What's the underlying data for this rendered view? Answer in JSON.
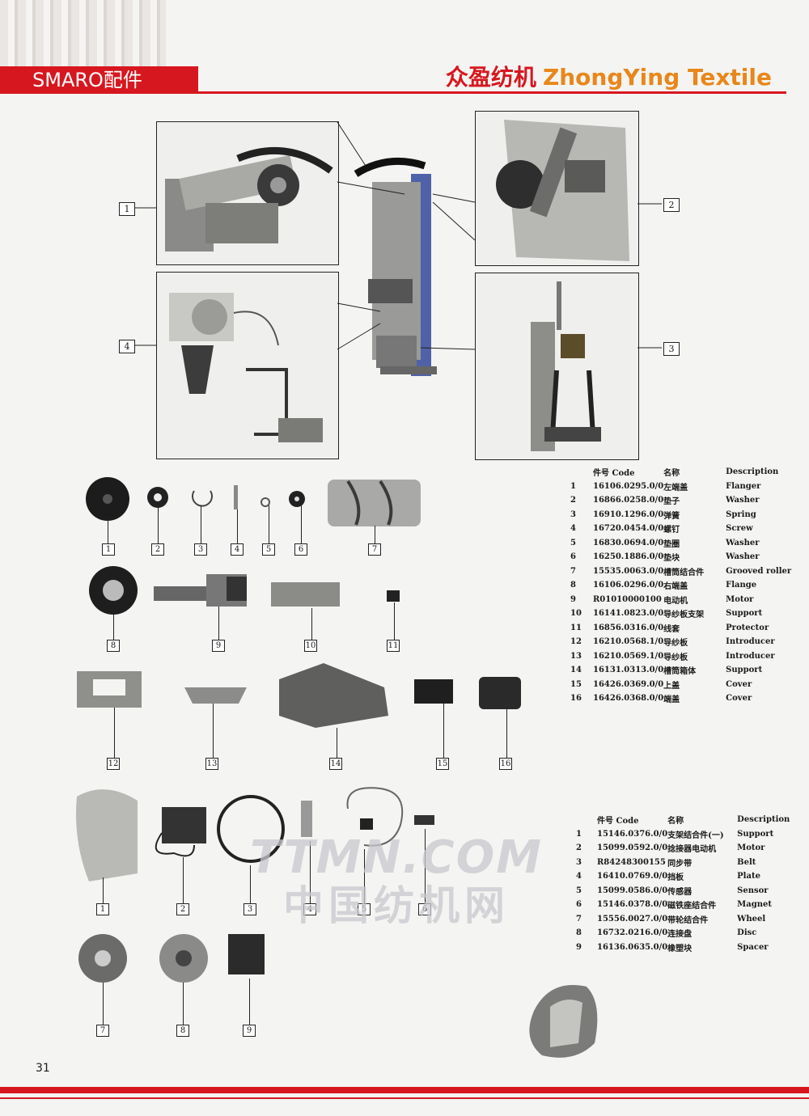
{
  "header": {
    "brand": "SMARO配件",
    "company_cn": "众盈纺机",
    "company_en": "ZhongYing Textile"
  },
  "assembly_callouts": [
    "1",
    "2",
    "3",
    "4"
  ],
  "table1": {
    "headers": {
      "code": "件号 Code",
      "name": "名称",
      "description": "Description"
    },
    "rows": [
      {
        "no": "1",
        "code": "16106.0295.0/0",
        "name": "左端盖",
        "desc": "Flanger"
      },
      {
        "no": "2",
        "code": "16866.0258.0/0",
        "name": "垫子",
        "desc": "Washer"
      },
      {
        "no": "3",
        "code": "16910.1296.0/0",
        "name": "弹簧",
        "desc": "Spring"
      },
      {
        "no": "4",
        "code": "16720.0454.0/0",
        "name": "螺钉",
        "desc": "Screw"
      },
      {
        "no": "5",
        "code": "16830.0694.0/0",
        "name": "垫圈",
        "desc": "Washer"
      },
      {
        "no": "6",
        "code": "16250.1886.0/0",
        "name": "垫块",
        "desc": "Washer"
      },
      {
        "no": "7",
        "code": "15535.0063.0/0",
        "name": "槽筒结合件",
        "desc": "Grooved roller"
      },
      {
        "no": "8",
        "code": "16106.0296.0/0",
        "name": "右端盖",
        "desc": "Flange"
      },
      {
        "no": "9",
        "code": "R01010000100",
        "name": "电动机",
        "desc": "Motor"
      },
      {
        "no": "10",
        "code": "16141.0823.0/0",
        "name": "导纱板支架",
        "desc": "Support"
      },
      {
        "no": "11",
        "code": "16856.0316.0/0",
        "name": "线套",
        "desc": "Protector"
      },
      {
        "no": "12",
        "code": "16210.0568.1/0",
        "name": "导纱板",
        "desc": "Introducer"
      },
      {
        "no": "13",
        "code": "16210.0569.1/0",
        "name": "导纱板",
        "desc": "Introducer"
      },
      {
        "no": "14",
        "code": "16131.0313.0/0",
        "name": "槽筒箱体",
        "desc": "Support"
      },
      {
        "no": "15",
        "code": "16426.0369.0/0",
        "name": "上盖",
        "desc": "Cover"
      },
      {
        "no": "16",
        "code": "16426.0368.0/0",
        "name": "端盖",
        "desc": "Cover"
      }
    ]
  },
  "table2": {
    "headers": {
      "code": "件号 Code",
      "name": "名称",
      "description": "Description"
    },
    "rows": [
      {
        "no": "1",
        "code": "15146.0376.0/0",
        "name": "支架结合件(一)",
        "desc": "Support"
      },
      {
        "no": "2",
        "code": "15099.0592.0/0",
        "name": "捻接器电动机",
        "desc": "Motor"
      },
      {
        "no": "3",
        "code": "R84248300155",
        "name": "同步带",
        "desc": "Belt"
      },
      {
        "no": "4",
        "code": "16410.0769.0/0",
        "name": "挡板",
        "desc": "Plate"
      },
      {
        "no": "5",
        "code": "15099.0586.0/0",
        "name": "传感器",
        "desc": "Sensor"
      },
      {
        "no": "6",
        "code": "15146.0378.0/0",
        "name": "磁铁座结合件",
        "desc": "Magnet"
      },
      {
        "no": "7",
        "code": "15556.0027.0/0",
        "name": "带轮结合件",
        "desc": "Wheel"
      },
      {
        "no": "8",
        "code": "16732.0216.0/0",
        "name": "连接盘",
        "desc": "Disc"
      },
      {
        "no": "9",
        "code": "16136.0635.0/0",
        "name": "橡塑块",
        "desc": "Spacer"
      }
    ]
  },
  "parts_group1_labels": [
    "1",
    "2",
    "3",
    "4",
    "5",
    "6",
    "7",
    "8",
    "9",
    "10",
    "11",
    "12",
    "13",
    "14",
    "15",
    "16"
  ],
  "parts_group2_labels": [
    "1",
    "2",
    "3",
    "4",
    "5",
    "6",
    "7",
    "8",
    "9"
  ],
  "watermark": {
    "line1": "TTMN.COM",
    "line2": "中国纺机网"
  },
  "page_number": "31",
  "colors": {
    "brand_red": "#d7171f",
    "company_orange": "#e8871b"
  },
  "icons": [
    "grooved-roller-icon",
    "motor-icon",
    "flange-icon",
    "washer-icon",
    "spring-icon",
    "screw-icon"
  ]
}
